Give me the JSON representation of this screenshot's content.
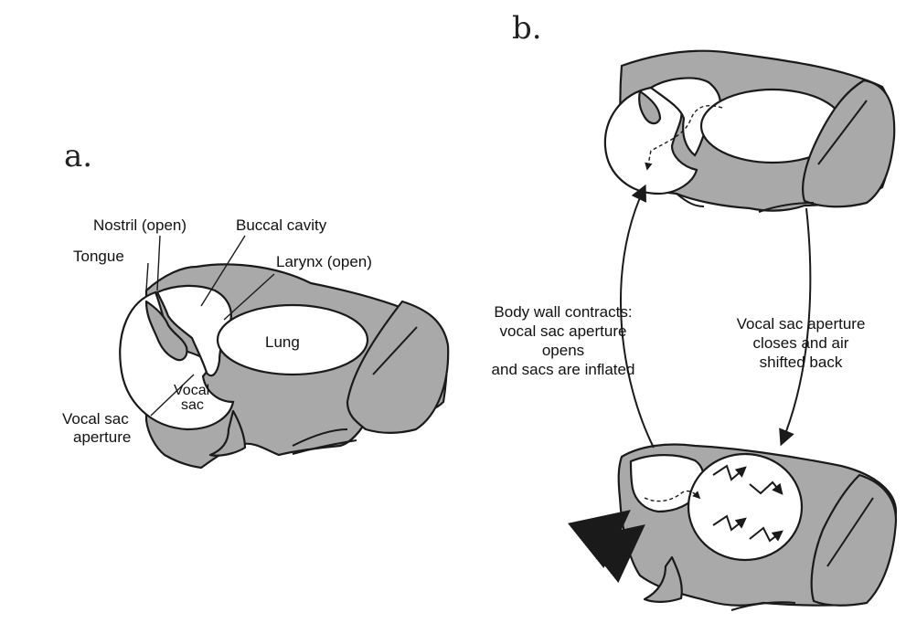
{
  "panels": {
    "a": {
      "letter": "a."
    },
    "b": {
      "letter": "b."
    }
  },
  "labels_a": {
    "nostril": "Nostril (open)",
    "buccal": "Buccal cavity",
    "tongue": "Tongue",
    "larynx": "Larynx (open)",
    "lung": "Lung",
    "vocal_sac_1": "Vocal",
    "vocal_sac_2": "sac",
    "aperture_1": "Vocal sac",
    "aperture_2": "aperture"
  },
  "labels_b": {
    "left_caption": [
      "Body wall contracts:",
      "vocal sac aperture",
      "opens",
      "and sacs are inflated"
    ],
    "right_caption": [
      "Vocal sac aperture",
      "closes and air",
      "shifted back"
    ]
  }
}
